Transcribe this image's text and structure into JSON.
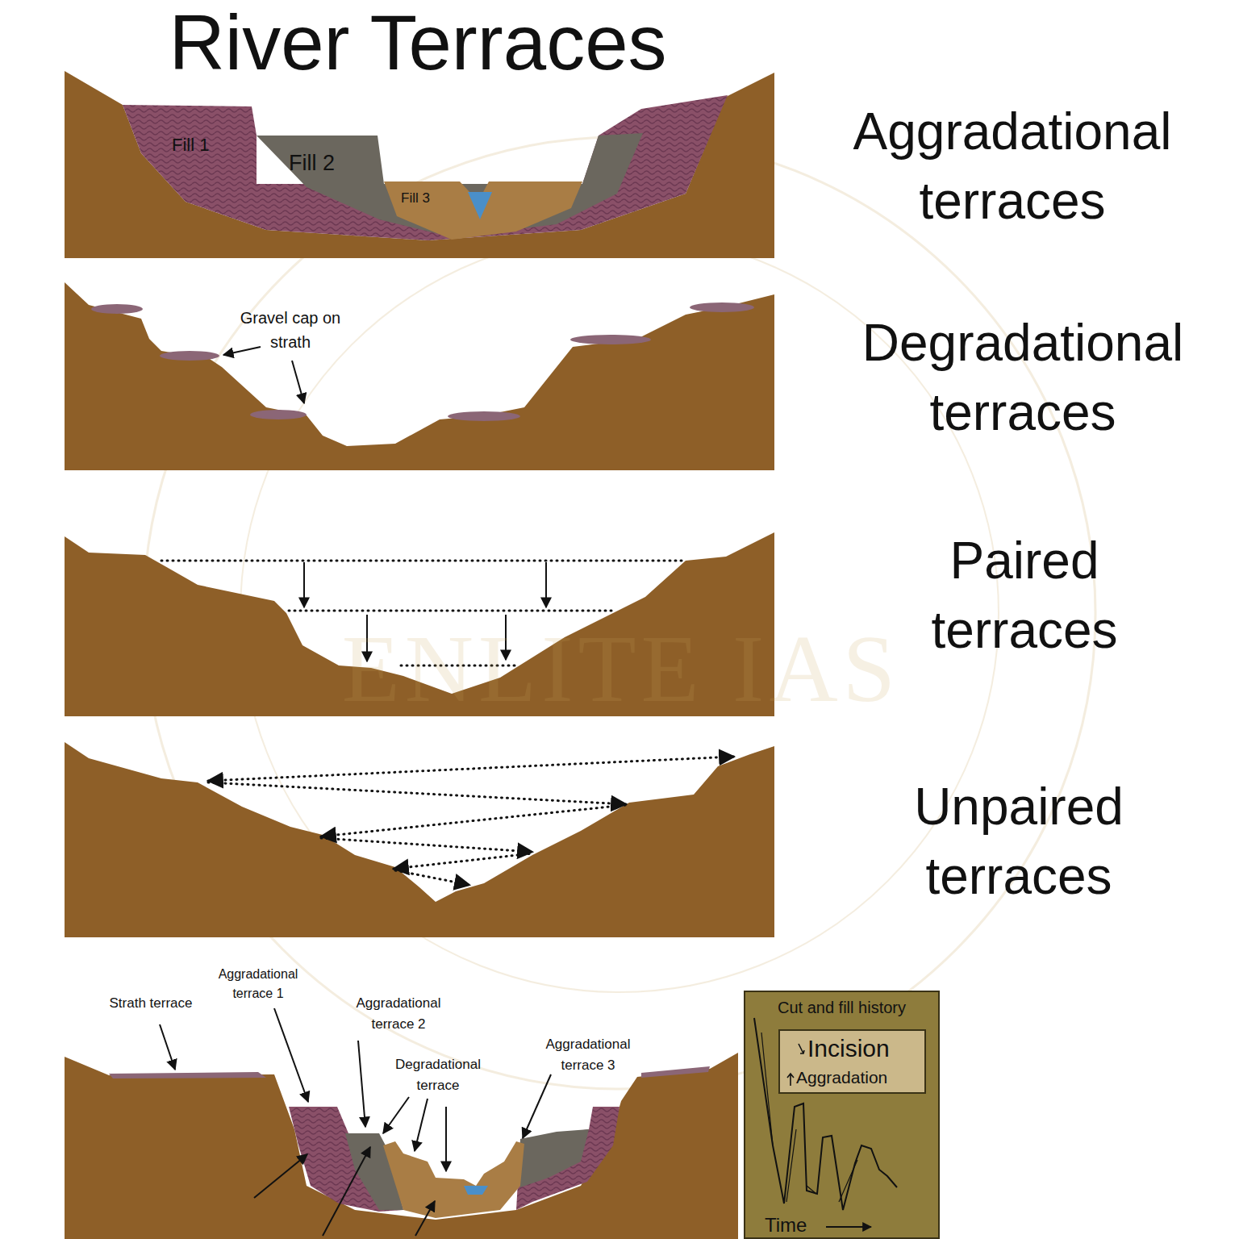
{
  "diagram": {
    "title": "River Terraces",
    "nodes": [
      {
        "text": [
          "Fill 1"
        ]
      },
      {
        "text": [
          "Fill 2"
        ]
      },
      {
        "text": [
          "Fill 3"
        ]
      },
      {
        "text": [
          "Cut and fill history"
        ]
      }
    ],
    "labels": [
      "Aggradational terraces",
      "Degradational terraces",
      "Paired terraces",
      "Unpaired terraces",
      "Gravel cap on strath",
      "Strath terrace",
      "Aggradational terrace 1",
      "Aggradational terrace 2",
      "Degradational terrace",
      "Aggradational terrace 3",
      "Time",
      "ENLITE IAS"
    ],
    "legend": [
      {
        "text": "Incision"
      },
      {
        "text": "Aggradation"
      }
    ]
  }
}
